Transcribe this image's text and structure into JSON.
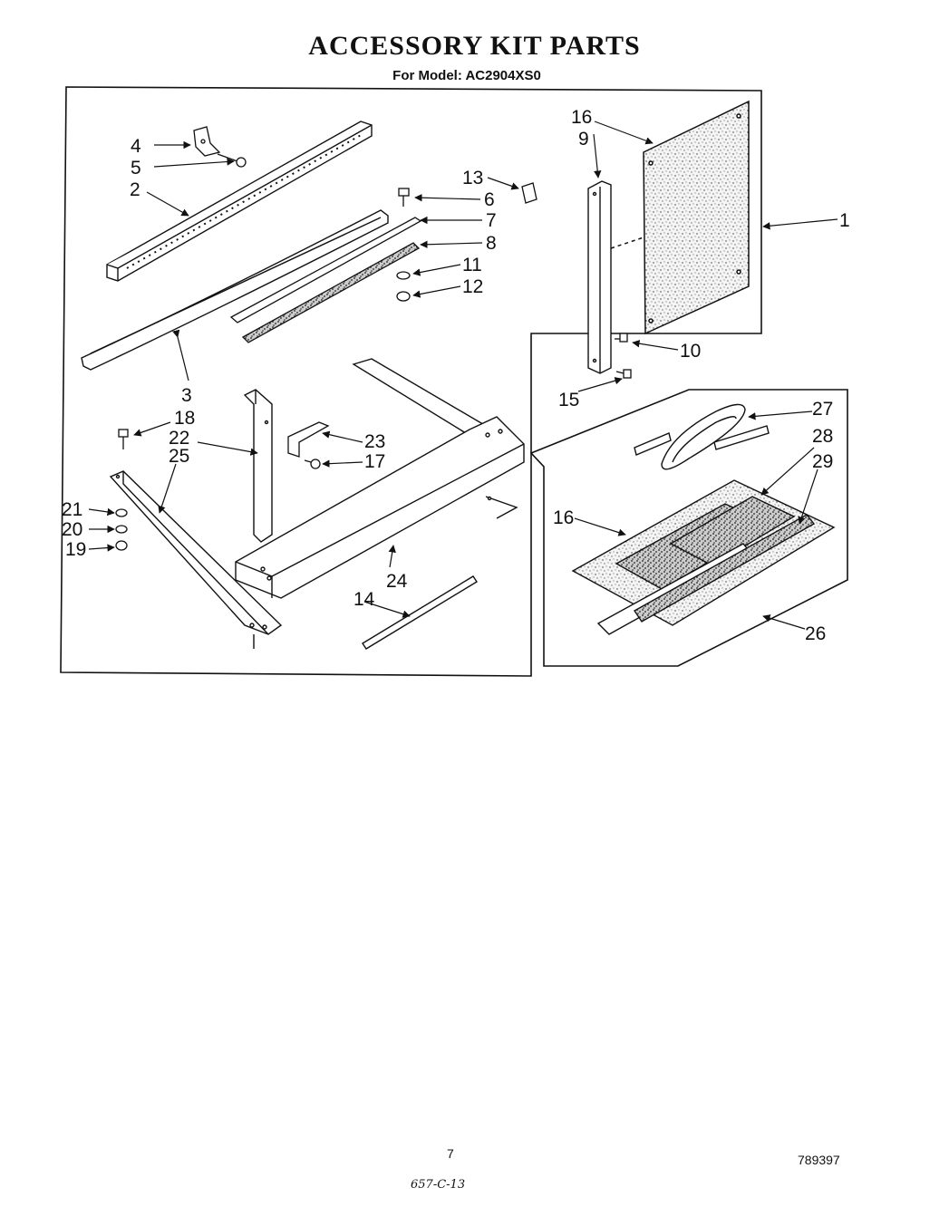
{
  "header": {
    "title": "ACCESSORY KIT PARTS",
    "subtitle": "For Model: AC2904XS0"
  },
  "callouts": {
    "c1": "1",
    "c2": "2",
    "c3": "3",
    "c4": "4",
    "c5": "5",
    "c6": "6",
    "c7": "7",
    "c8": "8",
    "c9": "9",
    "c10": "10",
    "c11": "11",
    "c12": "12",
    "c13": "13",
    "c14": "14",
    "c15": "15",
    "c16a": "16",
    "c16b": "16",
    "c17": "17",
    "c18": "18",
    "c19": "19",
    "c20": "20",
    "c21": "21",
    "c22": "22",
    "c23": "23",
    "c24": "24",
    "c25": "25",
    "c26": "26",
    "c27": "27",
    "c28": "28",
    "c29": "29"
  },
  "footer": {
    "page_number": "7",
    "part_number": "789397",
    "handwritten_note": "657-C-13"
  }
}
